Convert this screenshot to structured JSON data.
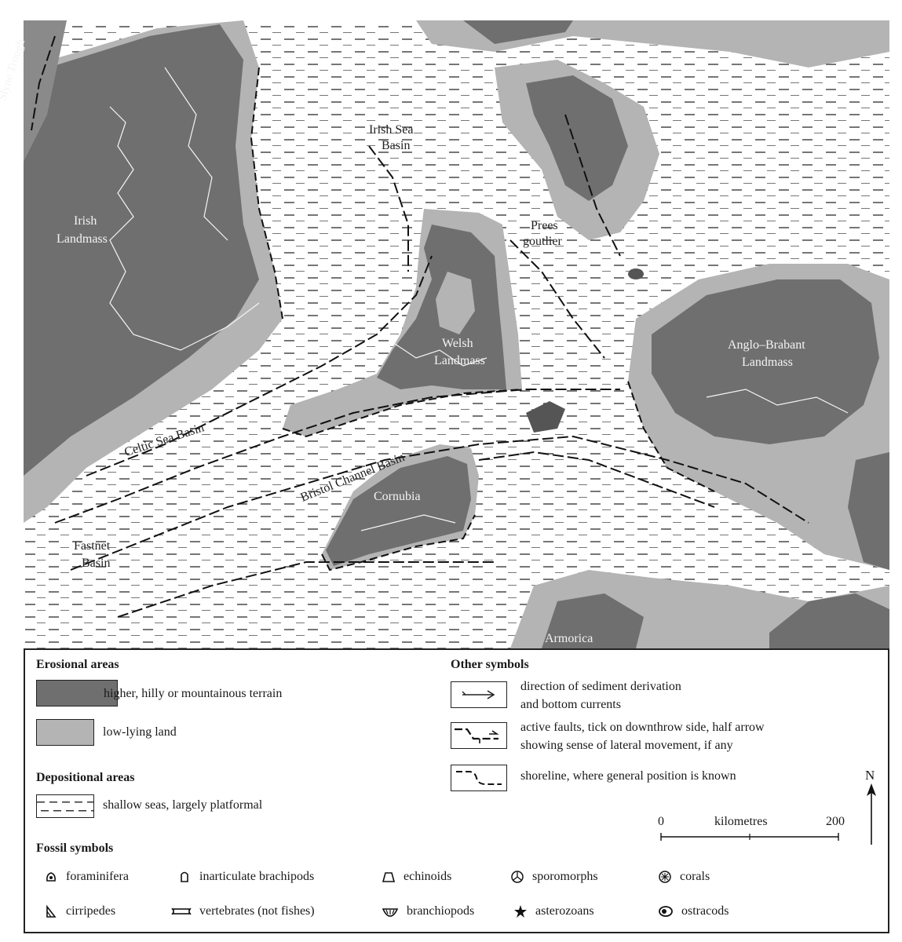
{
  "map": {
    "labels": {
      "slyne_trough": "Slyne Trough",
      "irish_sea_basin_1": "Irish Sea",
      "irish_sea_basin_2": "Basin",
      "irish_landmass_1": "Irish",
      "irish_landmass_2": "Landmass",
      "prees_1": "Prees",
      "prees_2": "goutlier",
      "welsh_1": "Welsh",
      "welsh_2": "Landmass",
      "anglo_1": "Anglo–Brabant",
      "anglo_2": "Landmass",
      "celtic": "Celtic Sea Basin",
      "bristol": "Bristol Channel Basin",
      "cornubia": "Cornubia",
      "fastnet_1": "Fastnet",
      "fastnet_2": "Basin",
      "armorica": "Armorica"
    },
    "colors": {
      "dark_land": "#6f6f6f",
      "light_land": "#b4b4b4",
      "sea": "#ffffff",
      "dash": "#3a3a3a"
    }
  },
  "legend": {
    "erosional_heading": "Erosional areas",
    "higher_terrain": "higher, hilly or mountainous terrain",
    "low_lying": "low-lying land",
    "depositional_heading": "Depositional areas",
    "shallow_seas": "shallow seas, largely platformal",
    "other_heading": "Other symbols",
    "sediment_1": "direction of sediment derivation",
    "sediment_2": "and bottom currents",
    "faults_1": "active faults, tick on downthrow side, half arrow",
    "faults_2": "showing sense of lateral movement, if any",
    "shoreline": "shoreline, where general position is known",
    "north": "N",
    "scale_zero": "0",
    "scale_unit": "kilometres",
    "scale_max": "200",
    "fossil_heading": "Fossil symbols",
    "fossils": [
      {
        "label": "foraminifera",
        "icon": "foraminifera-icon"
      },
      {
        "label": "inarticulate brachipods",
        "icon": "brachiopod-icon"
      },
      {
        "label": "echinoids",
        "icon": "echinoid-icon"
      },
      {
        "label": "sporomorphs",
        "icon": "sporomorph-icon"
      },
      {
        "label": "corals",
        "icon": "coral-icon"
      },
      {
        "label": "cirripedes",
        "icon": "cirripede-icon"
      },
      {
        "label": "vertebrates (not fishes)",
        "icon": "vertebrate-icon"
      },
      {
        "label": "branchiopods",
        "icon": "branchiopod-icon"
      },
      {
        "label": "asterozoans",
        "icon": "asterozoan-icon"
      },
      {
        "label": "ostracods",
        "icon": "ostracod-icon"
      }
    ]
  }
}
